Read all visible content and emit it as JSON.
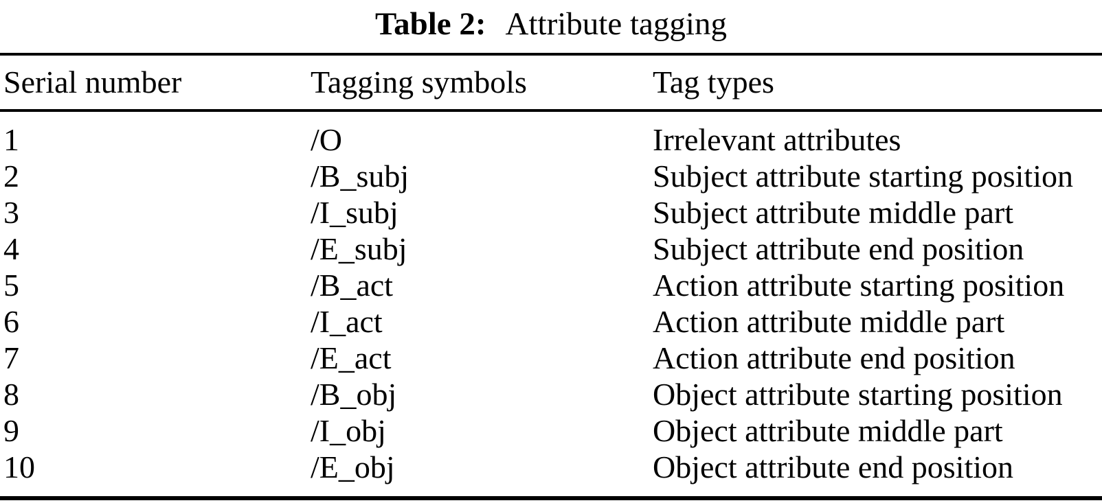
{
  "caption": {
    "label": "Table 2:",
    "title": "Attribute tagging"
  },
  "table": {
    "headers": {
      "serial": "Serial number",
      "symbol": "Tagging symbols",
      "type": "Tag types"
    },
    "rows": [
      {
        "serial": "1",
        "symbol": "/O",
        "type": "Irrelevant attributes"
      },
      {
        "serial": "2",
        "symbol": "/B_subj",
        "type": "Subject attribute starting position"
      },
      {
        "serial": "3",
        "symbol": "/I_subj",
        "type": "Subject attribute middle part"
      },
      {
        "serial": "4",
        "symbol": "/E_subj",
        "type": "Subject attribute end position"
      },
      {
        "serial": "5",
        "symbol": "/B_act",
        "type": "Action attribute starting position"
      },
      {
        "serial": "6",
        "symbol": "/I_act",
        "type": "Action attribute middle part"
      },
      {
        "serial": "7",
        "symbol": "/E_act",
        "type": "Action attribute end position"
      },
      {
        "serial": "8",
        "symbol": "/B_obj",
        "type": "Object attribute starting position"
      },
      {
        "serial": "9",
        "symbol": "/I_obj",
        "type": "Object attribute middle part"
      },
      {
        "serial": "10",
        "symbol": "/E_obj",
        "type": "Object attribute end position"
      }
    ]
  },
  "colors": {
    "text": "#000000",
    "background": "#ffffff",
    "rule": "#000000"
  }
}
